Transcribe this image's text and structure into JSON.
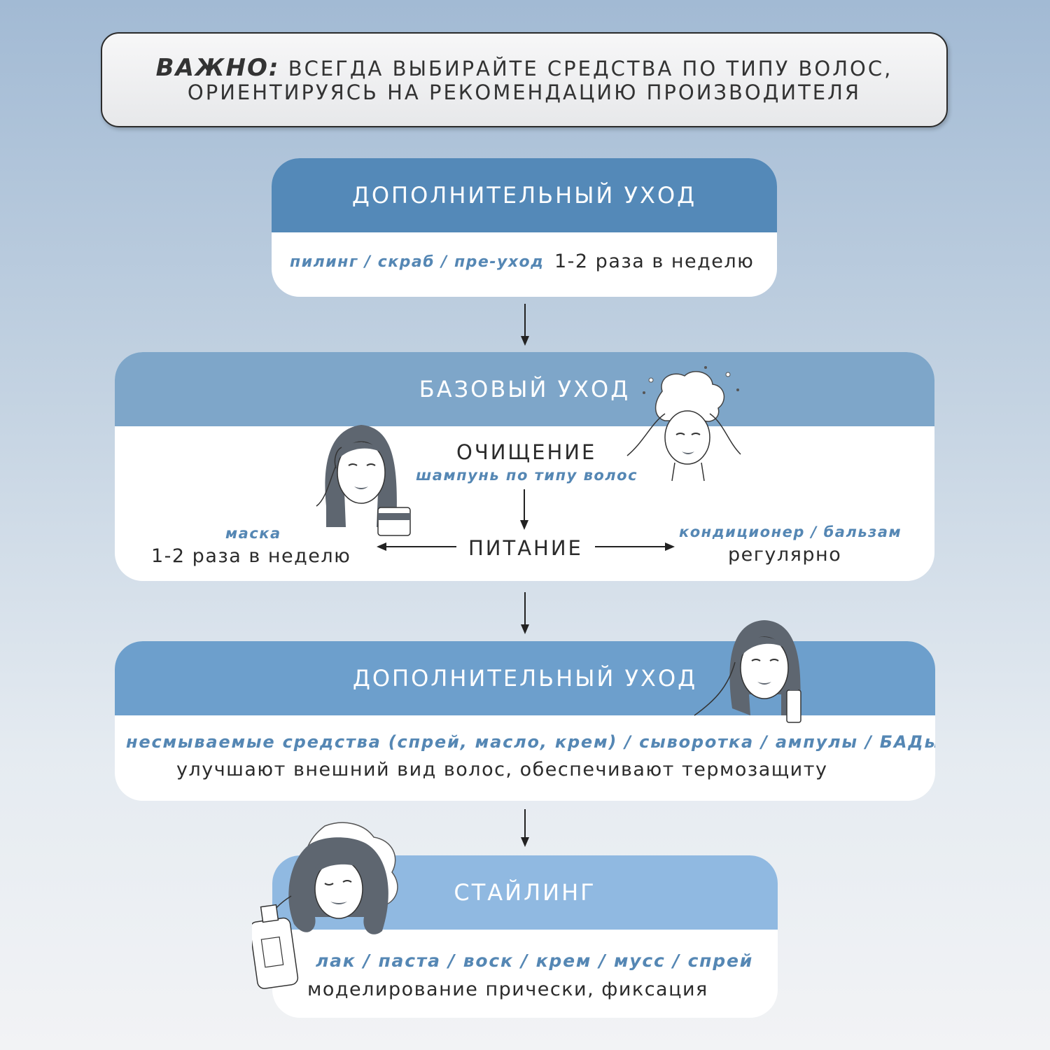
{
  "note": {
    "label": "ВАЖНО:",
    "line1": "ВСЕГДА ВЫБИРАЙТЕ СРЕДСТВА ПО ТИПУ ВОЛОС,",
    "line2": "ОРИЕНТИРУЯСЬ НА РЕКОМЕНДАЦИЮ ПРОИЗВОДИТЕЛЯ"
  },
  "step1": {
    "title": "ДОПОЛНИТЕЛЬНЫЙ УХОД",
    "products": "пилинг / скраб / пре-уход",
    "frequency": "1-2 раза в неделю"
  },
  "step2": {
    "title": "БАЗОВЫЙ УХОД",
    "cleansing": "ОЧИЩЕНИЕ",
    "cleansing_product": "шампунь по типу волос",
    "nutrition": "ПИТАНИЕ",
    "left_product": "маска",
    "left_frequency": "1-2 раза в неделю",
    "right_product": "кондиционер / бальзам",
    "right_frequency": "регулярно"
  },
  "step3": {
    "title": "ДОПОЛНИТЕЛЬНЫЙ УХОД",
    "products": "несмываемые средства (спрей, масло, крем) / сыворотка / ампулы / БАДы",
    "description": "улучшают внешний вид волос, обеспечивают термозащиту"
  },
  "step4": {
    "title": "СТАЙЛИНГ",
    "products": "лак / паста / воск / крем / мусс / спрей",
    "description": "моделирование прически, фиксация"
  },
  "colors": {
    "accent_text": "#5587b4",
    "header_step1": "#5489b8",
    "header_step2": "#7ea6c9",
    "header_step3": "#6d9fcc",
    "header_step4": "#90b9e1",
    "illustration_hair": "#5e6670"
  }
}
